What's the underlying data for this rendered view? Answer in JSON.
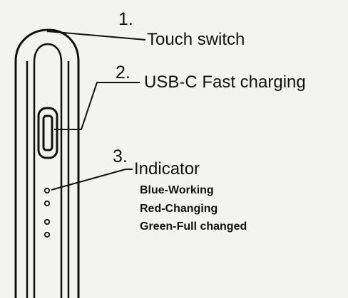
{
  "callouts": [
    {
      "number": "1.",
      "label": "Touch switch"
    },
    {
      "number": "2.",
      "label": "USB-C Fast charging"
    },
    {
      "number": "3.",
      "label": "Indicator"
    }
  ],
  "indicator_legend": [
    "Blue-Working",
    "Red-Changing",
    "Green-Full changed"
  ]
}
